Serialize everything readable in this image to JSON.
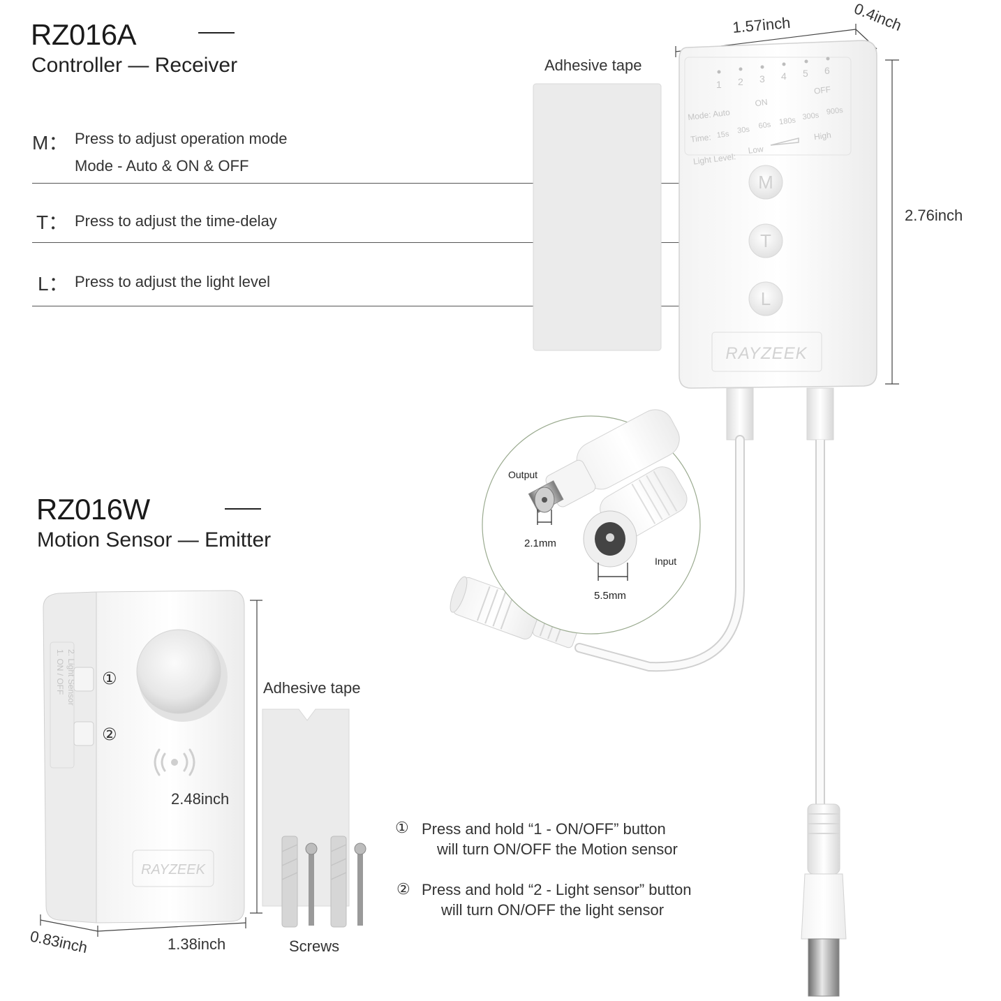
{
  "receiver": {
    "model": "RZ016A",
    "subtitle": "Controller — Receiver",
    "buttons": [
      {
        "key": "M：",
        "lines": [
          "Press to adjust operation mode",
          "Mode  -  Auto  &  ON  &  OFF"
        ]
      },
      {
        "key": "T：",
        "lines": [
          "Press to adjust the time-delay"
        ]
      },
      {
        "key": "L：",
        "lines": [
          "Press to adjust the light level"
        ]
      }
    ],
    "adhesive_label": "Adhesive tape",
    "dims": {
      "width": "1.57inch",
      "depth": "0.4inch",
      "height": "2.76inch"
    },
    "panel": {
      "numbers": [
        "1",
        "2",
        "3",
        "4",
        "5",
        "6"
      ],
      "mode_row": [
        "Mode: Auto",
        "ON",
        "OFF"
      ],
      "time_row": [
        "Time:",
        "15s",
        "30s",
        "60s",
        "180s",
        "300s",
        "900s"
      ],
      "light_row": [
        "Light Level:",
        "Low",
        "High"
      ],
      "button_letters": [
        "M",
        "T",
        "L"
      ],
      "brand": "RAYZEEK"
    }
  },
  "connector": {
    "output_label": "Output",
    "input_label": "Input",
    "pin_dim": "2.1mm",
    "barrel_dim": "5.5mm"
  },
  "emitter": {
    "model": "RZ016W",
    "subtitle": "Motion Sensor — Emitter",
    "side_labels": [
      "1. ON / OFF",
      "2. Light Sensor"
    ],
    "button_markers": [
      "①",
      "②"
    ],
    "brand": "RAYZEEK",
    "dims": {
      "height": "2.48inch",
      "width": "1.38inch",
      "depth": "0.83inch"
    },
    "adhesive_label": "Adhesive tape",
    "screws_label": "Screws"
  },
  "instructions": [
    {
      "marker": "①",
      "line1": "Press and hold  “1 - ON/OFF” button",
      "line2": "will turn ON/OFF the Motion sensor"
    },
    {
      "marker": "②",
      "line1": "Press and hold “2 - Light sensor” button",
      "line2": "will turn ON/OFF the light sensor"
    }
  ]
}
